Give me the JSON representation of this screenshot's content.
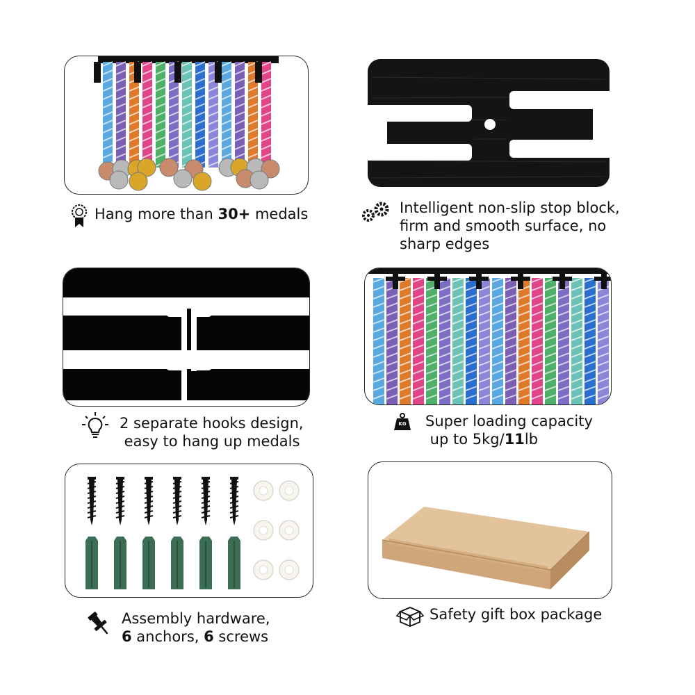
{
  "features": [
    {
      "icon": "medal-icon",
      "lines": [
        {
          "pre": "Hang more than ",
          "bold": "30+",
          "post": " medals"
        }
      ]
    },
    {
      "icon": "gears-icon",
      "lines": [
        {
          "text": "Intelligent non-slip stop block,"
        },
        {
          "text": "firm and smooth surface, no"
        },
        {
          "text": "sharp edges"
        }
      ]
    },
    {
      "icon": "lightbulb-icon",
      "lines": [
        {
          "text": "2 separate hooks design,"
        },
        {
          "text": " easy to hang up medals"
        }
      ]
    },
    {
      "icon": "weight-icon",
      "icon_text": "KG",
      "lines": [
        {
          "text": "Super loading capacity"
        },
        {
          "pre": " up to 5kg/",
          "bold": "11",
          "post": "lb"
        }
      ]
    },
    {
      "icon": "pushpin-icon",
      "lines": [
        {
          "text": "Assembly hardware,"
        },
        {
          "b1": "6",
          "m1": " anchors, ",
          "b2": "6",
          "m2": " screws"
        }
      ]
    },
    {
      "icon": "box-icon",
      "lines": [
        {
          "text": "Safety gift box package"
        }
      ]
    }
  ],
  "colors": {
    "rack": "#111111",
    "anchor": "#3c6e55",
    "box": "#d8b48a",
    "washer": "#f7f5ee",
    "gold": "#d9a62a",
    "silver": "#b9b9b9",
    "bronze": "#c98b6d"
  }
}
